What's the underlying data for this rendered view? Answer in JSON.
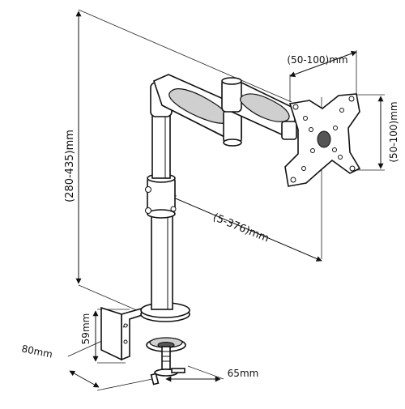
{
  "dimensions": {
    "height_range": "(280-435)mm",
    "vesa_horizontal": "(50-100)mm",
    "vesa_vertical": "(50-100)mm",
    "reach": "(5-376)mm",
    "clamp_height": "59mm",
    "clamp_depth": "80mm",
    "clamp_width": "65mm"
  }
}
